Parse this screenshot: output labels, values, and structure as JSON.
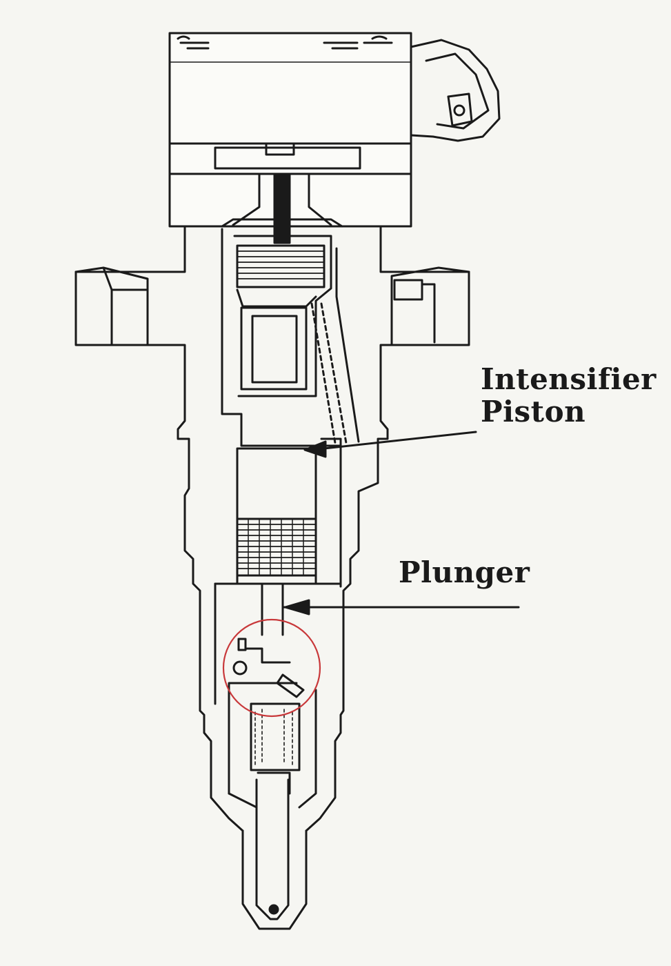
{
  "labels": {
    "intensifier_line1": "Intensifier",
    "intensifier_line2": "Piston",
    "plunger": "Plunger"
  },
  "colors": {
    "background": "#f6f6f2",
    "ink": "#1a1a1a",
    "detail_circle": "#c8383a"
  }
}
